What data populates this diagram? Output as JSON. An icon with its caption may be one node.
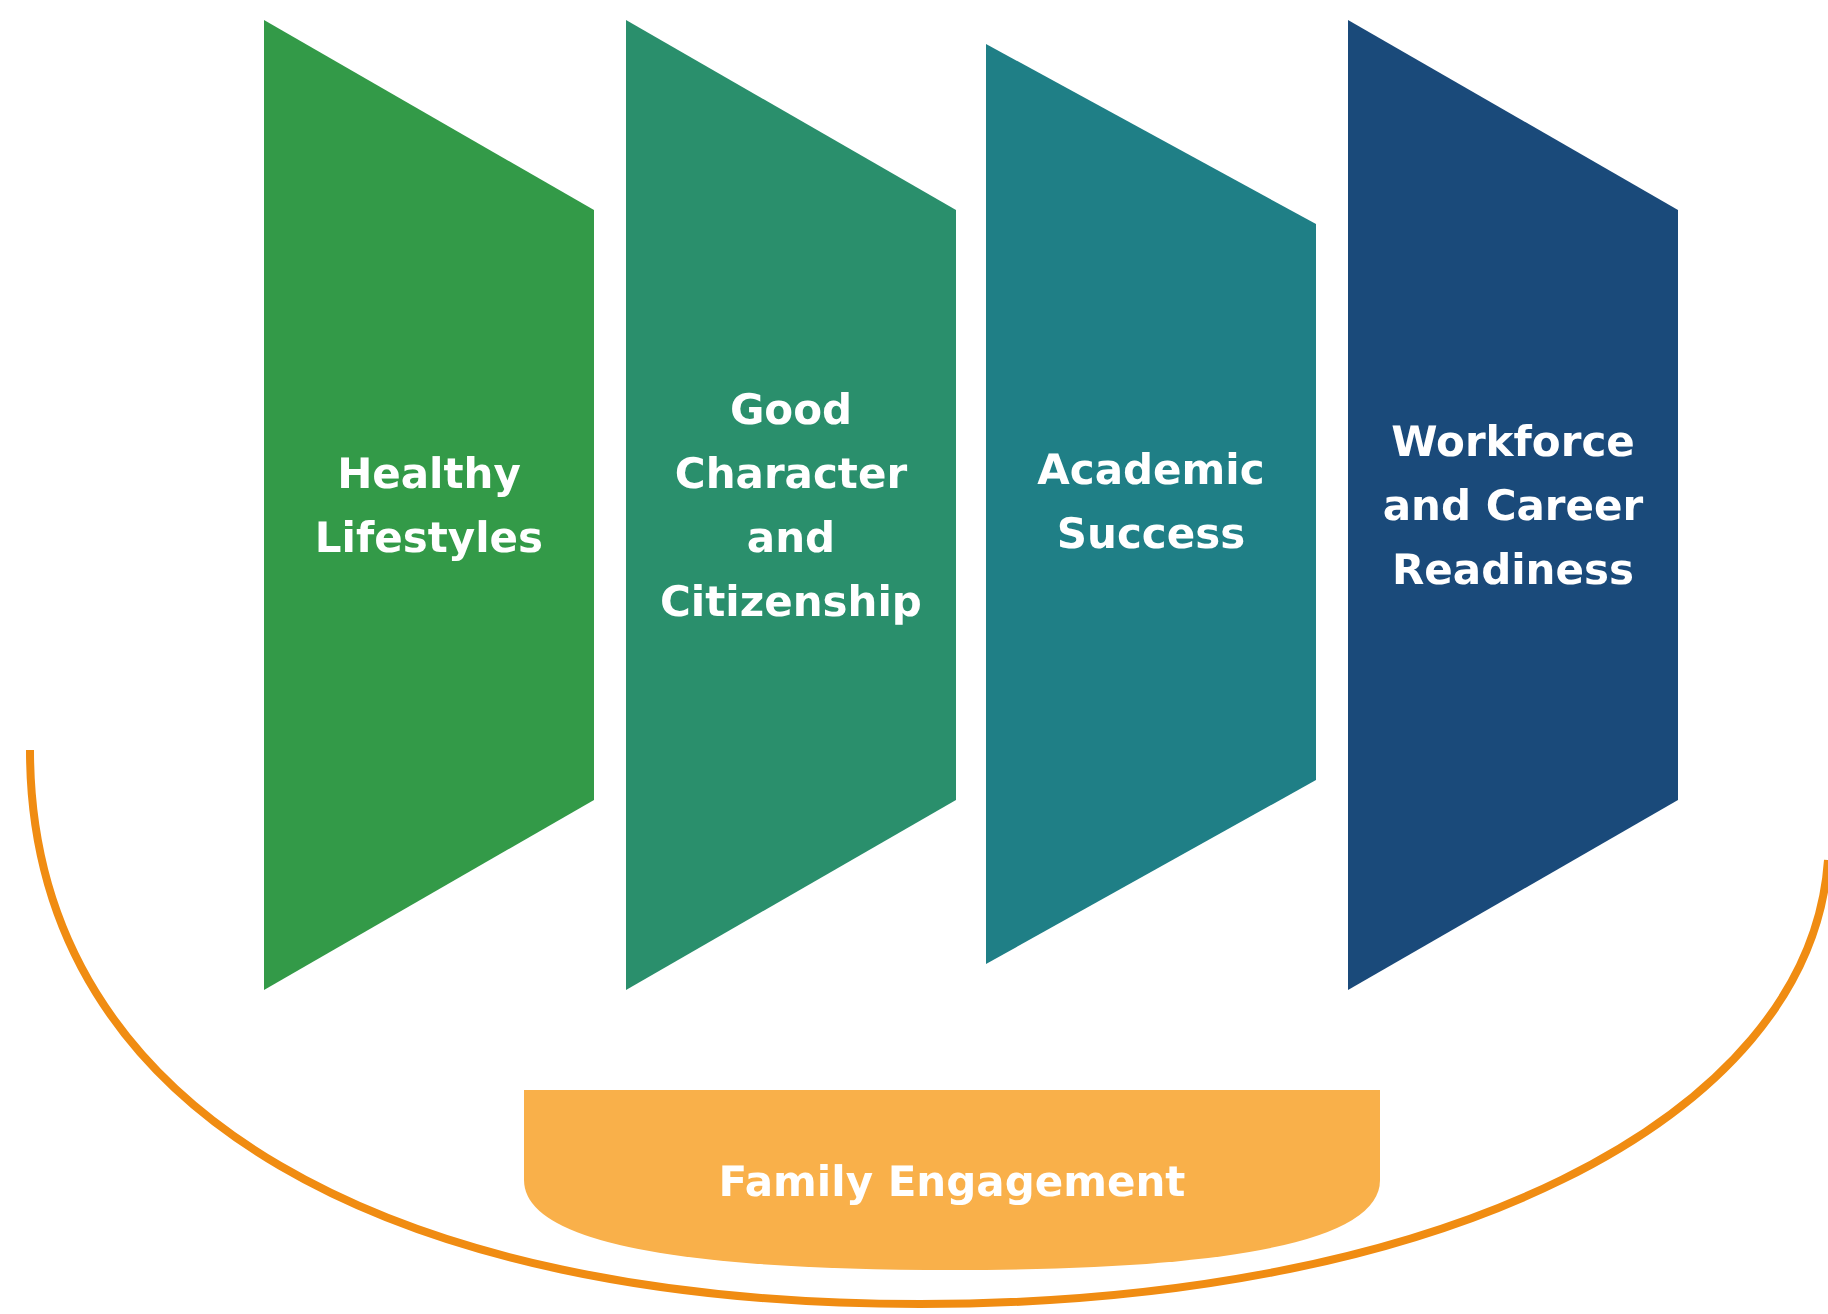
{
  "diagram": {
    "nodes": [
      {
        "text": [
          "Healthy Lifestyles"
        ]
      },
      {
        "text": [
          "Good Character and Citizenship"
        ]
      },
      {
        "text": [
          "Academic Success"
        ]
      },
      {
        "text": [
          "Workforce and Career Readiness"
        ]
      },
      {
        "text": [
          "Family Engagement"
        ]
      }
    ]
  }
}
